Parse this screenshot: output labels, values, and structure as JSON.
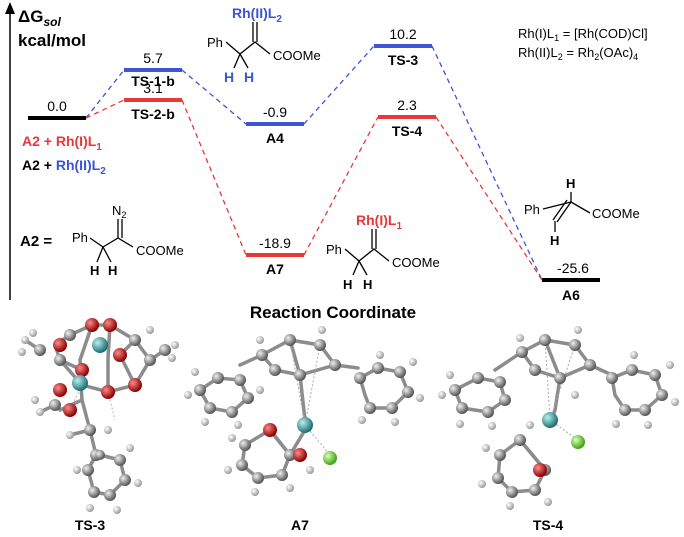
{
  "colors": {
    "black": "#000000",
    "red": "#e8383a",
    "blue": "#3b55d6",
    "teal_atom": "#3aa8a8",
    "green_atom": "#7be04a",
    "oxygen": "#d01818",
    "carbon": "#8a8a8a",
    "hydrogen": "#d8d8d8"
  },
  "axis": {
    "delta": "ΔG",
    "sub": "sol",
    "unit": "kcal/mol",
    "xlabel": "Reaction Coordinate"
  },
  "definitions": {
    "rh1_lhs": "Rh(I)L",
    "rh1_lhs_sub": "1",
    "rh1_rhs": " = [Rh(COD)Cl]",
    "rh2_lhs": "Rh(II)L",
    "rh2_lhs_sub": "2",
    "rh2_rhs": " = Rh",
    "rh2_rhs_sub1": "2",
    "rh2_rhs_mid": "(OAc)",
    "rh2_rhs_sub2": "4"
  },
  "reactants": {
    "red_prefix": "A2 + ",
    "red_cat": "Rh(I)L",
    "red_sub": "1",
    "blue_prefix": "A2 + ",
    "blue_cat": "Rh(II)L",
    "blue_sub": "2",
    "a2_label": "A2 ="
  },
  "levels": [
    {
      "id": "start",
      "value": "0.0",
      "label": "",
      "color": "black"
    },
    {
      "id": "ts1b",
      "value": "5.7",
      "label": "TS-1-b",
      "color": "blue"
    },
    {
      "id": "ts2b",
      "value": "3.1",
      "label": "TS-2-b",
      "color": "red"
    },
    {
      "id": "a4",
      "value": "-0.9",
      "label": "A4",
      "color": "blue"
    },
    {
      "id": "a7",
      "value": "-18.9",
      "label": "A7",
      "color": "red"
    },
    {
      "id": "ts3",
      "value": "10.2",
      "label": "TS-3",
      "color": "blue"
    },
    {
      "id": "ts4",
      "value": "2.3",
      "label": "TS-4",
      "color": "red"
    },
    {
      "id": "a6",
      "value": "-25.6",
      "label": "A6",
      "color": "black"
    }
  ],
  "molecules": {
    "ph": "Ph",
    "h": "H",
    "coome": "COOMe",
    "n2": "N",
    "n2_sub": "2",
    "rh2_label": "Rh(II)L",
    "rh2_sub": "2",
    "rh1_label": "Rh(I)L",
    "rh1_sub": "1"
  },
  "structures": [
    {
      "label": "TS-3"
    },
    {
      "label": "A7"
    },
    {
      "label": "TS-4"
    }
  ]
}
